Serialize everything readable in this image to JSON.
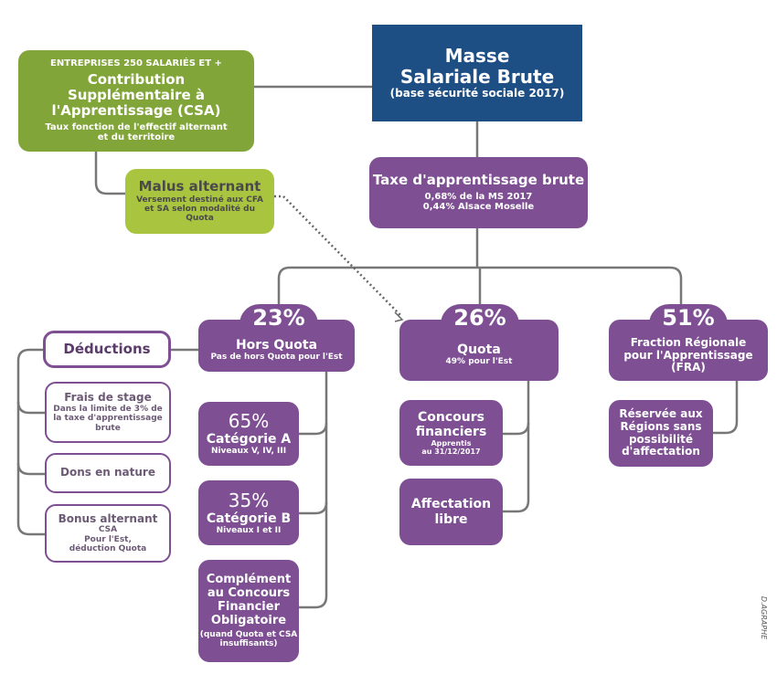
{
  "masse": {
    "title": "Masse Salariale Brute",
    "sub": "(base sécurité sociale 2017)"
  },
  "csa": {
    "top": "ENTREPRISES 250 SALARIÉS ET +",
    "title": "Contribution Supplémentaire à l'Apprentissage (CSA)",
    "sub": "Taux fonction de l'effectif alternant et du territoire"
  },
  "malus": {
    "title": "Malus alternant",
    "sub": "Versement destiné aux CFA et SA selon modalité du Quota"
  },
  "taxe": {
    "title": "Taxe d'apprentissage brute",
    "l1": "0,68% de la MS 2017",
    "l2": "0,44% Alsace Moselle"
  },
  "hors_quota": {
    "pct": "23%",
    "title": "Hors Quota",
    "sub": "Pas de hors Quota pour l'Est"
  },
  "quota": {
    "pct": "26%",
    "title": "Quota",
    "sub": "49% pour l'Est"
  },
  "fra": {
    "pct": "51%",
    "title": "Fraction Régionale pour l'Apprentissage (FRA)"
  },
  "deductions": {
    "title": "Déductions",
    "items": [
      {
        "title": "Frais de stage",
        "sub": "Dans la limite de 3% de la taxe d'apprentissage brute"
      },
      {
        "title": "Dons en nature",
        "sub": ""
      },
      {
        "title": "Bonus alternant",
        "sub": "CSA",
        "sub2": "Pour l'Est, déduction Quota"
      }
    ]
  },
  "cat_a": {
    "pct": "65%",
    "title": "Catégorie A",
    "sub": "Niveaux V, IV, III"
  },
  "cat_b": {
    "pct": "35%",
    "title": "Catégorie B",
    "sub": "Niveaux I et II"
  },
  "complement": {
    "title": "Complément au Concours Financier Obligatoire",
    "sub": "(quand Quota et CSA insuffisants)"
  },
  "concours": {
    "title": "Concours financiers",
    "sub": "Apprentis",
    "sub2": "au 31/12/2017"
  },
  "affectation": {
    "title": "Affectation libre"
  },
  "reservee": {
    "title": "Réservée aux Régions sans possibilité d'affectation"
  },
  "signature": "D.AGRAPHE",
  "colors": {
    "navy": "#1d4f85",
    "purple": "#7e4f93",
    "green": "#82a53a",
    "light_green": "#a9c53f"
  }
}
